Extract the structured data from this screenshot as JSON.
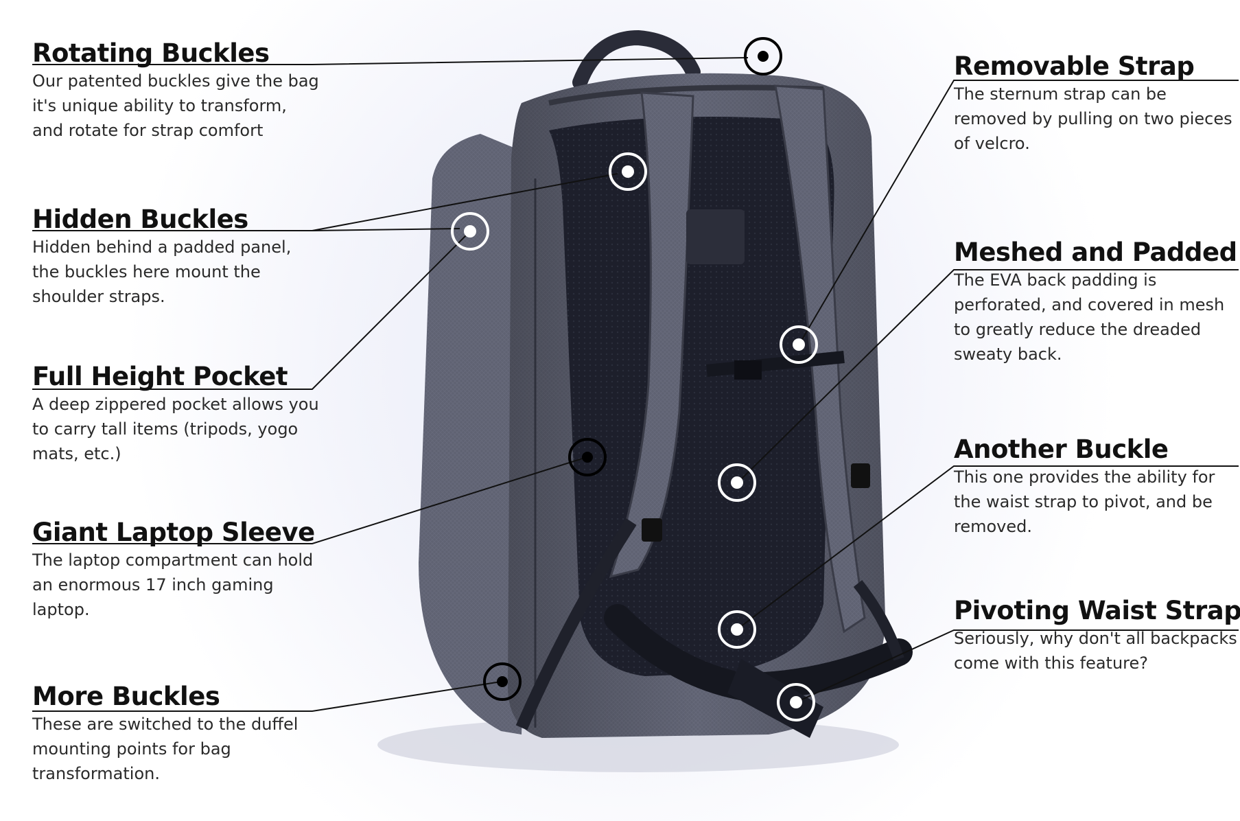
{
  "callouts": [
    {
      "title": "Rotating Buckles",
      "text": "Our patented buckles give the bag it's unique ability to transform, and rotate for strap comfort"
    },
    {
      "title": "Hidden Buckles",
      "text": "Hidden behind a padded panel, the buckles here mount the shoulder straps."
    },
    {
      "title": "Full Height Pocket",
      "text": "A deep zippered pocket allows you to carry tall items (tripods, yogo mats, etc.)"
    },
    {
      "title": "Giant Laptop Sleeve",
      "text": "The laptop compartment can hold an enormous 17 inch gaming laptop."
    },
    {
      "title": "More Buckles",
      "text": "These are switched to the duffel mounting points for bag transformation."
    },
    {
      "title": "Removable Strap",
      "text": "The sternum strap can be removed by pulling on two pieces of velcro."
    },
    {
      "title": "Meshed and Padded",
      "text": "The EVA back padding is perforated, and covered in mesh to greatly reduce the dreaded sweaty back."
    },
    {
      "title": "Another Buckle",
      "text": "This one provides the ability for the waist strap to pivot, and be removed."
    },
    {
      "title": "Pivoting Waist Strap",
      "text": "Seriously, why don't all backpacks come with this feature?"
    }
  ],
  "colors": {
    "fabric": "#5e6170",
    "fabric_dark": "#474a58",
    "mesh": "#1c1e2a",
    "leader": "#111111",
    "marker_white": "#ffffff"
  }
}
